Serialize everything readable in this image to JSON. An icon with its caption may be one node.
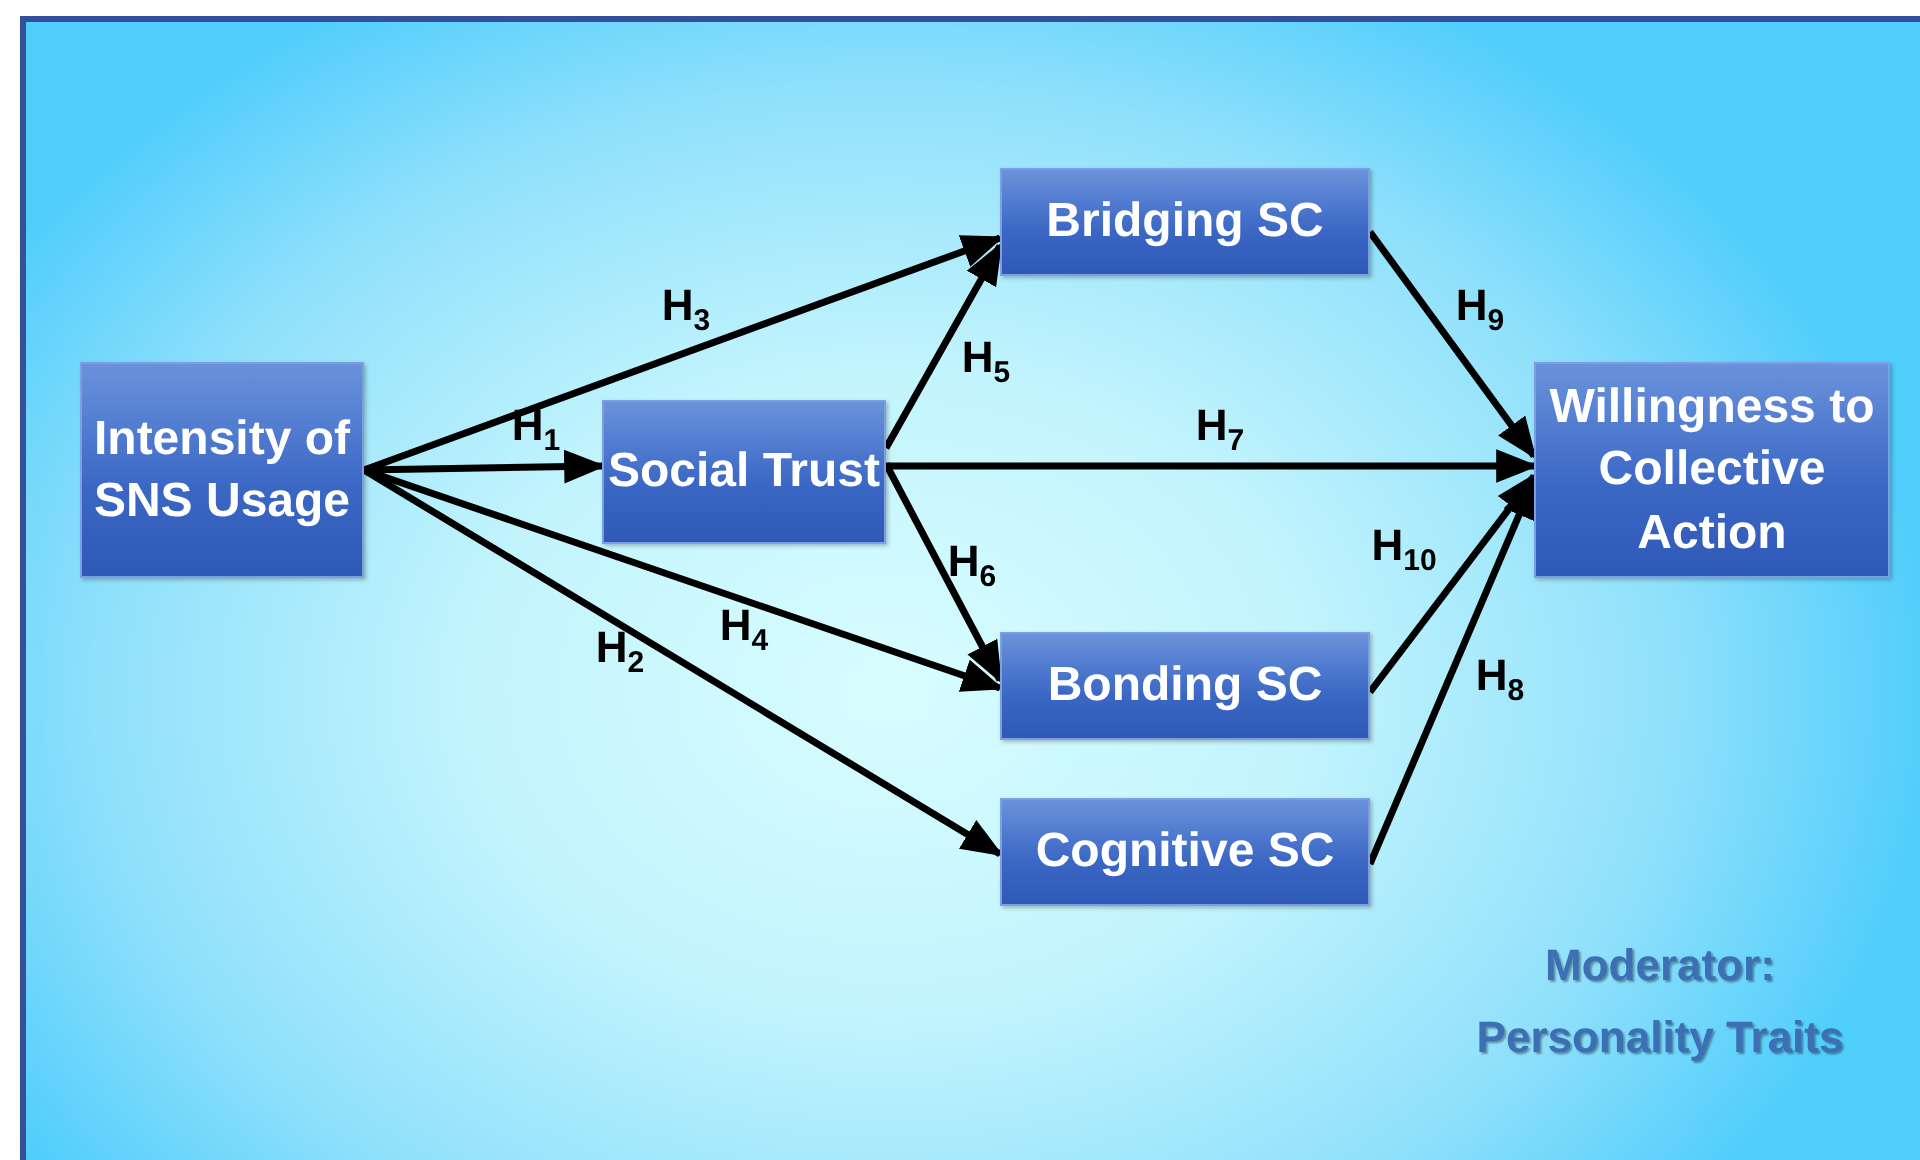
{
  "diagram": {
    "nodes": [
      {
        "text": [
          "Intensity of SNS Usage"
        ]
      },
      {
        "text": [
          "Social Trust"
        ]
      },
      {
        "text": [
          "Bridging SC"
        ]
      },
      {
        "text": [
          "Bonding SC"
        ]
      },
      {
        "text": [
          "Cognitive SC"
        ]
      },
      {
        "text": [
          "Willingness to Collective Action"
        ]
      }
    ],
    "edges": [
      {
        "from": 0,
        "to": 1,
        "arrow": "to",
        "label": "H$_{1}$"
      },
      {
        "from": 0,
        "to": 4,
        "arrow": "to",
        "label": "H$_{2}$"
      },
      {
        "from": 0,
        "to": 2,
        "arrow": "to",
        "label": "H$_{3}$"
      },
      {
        "from": 0,
        "to": 3,
        "arrow": "to",
        "label": "H$_{4}$"
      },
      {
        "from": 1,
        "to": 2,
        "arrow": "to",
        "label": "H$_{5}$"
      },
      {
        "from": 1,
        "to": 3,
        "arrow": "to",
        "label": "H$_{6}$"
      },
      {
        "from": 1,
        "to": 5,
        "arrow": "to",
        "label": "H$_{7}$"
      },
      {
        "from": 4,
        "to": 5,
        "arrow": "to",
        "label": "H$_{8}$"
      },
      {
        "from": 2,
        "to": 5,
        "arrow": "to",
        "label": "H$_{9}$"
      },
      {
        "from": 3,
        "to": 5,
        "arrow": "to",
        "label": "H$_{10}$"
      }
    ],
    "labels": [
      "Moderator: Personality Traits"
    ]
  }
}
